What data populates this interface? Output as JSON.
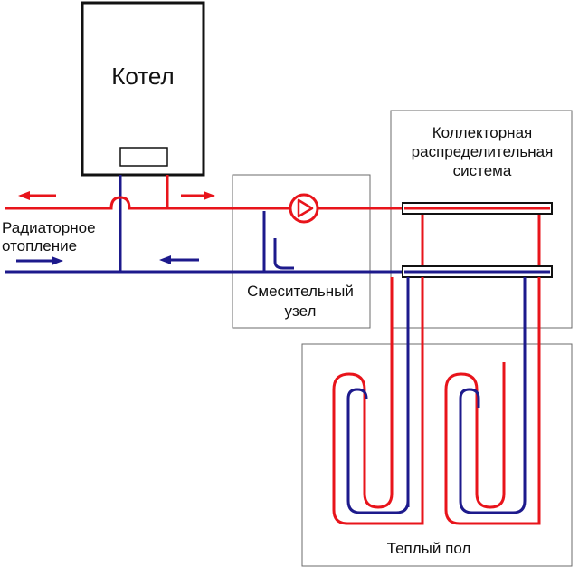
{
  "labels": {
    "boiler": "Котел",
    "radiator_line1": "Радиаторное",
    "radiator_line2": "отопление",
    "collector_line1": "Коллекторная",
    "collector_line2": "распределительная",
    "collector_line3": "система",
    "mixer_line1": "Смесительный",
    "mixer_line2": "узел",
    "floor": "Теплый пол"
  },
  "icons": {
    "pump": "circulation-pump-icon",
    "valve": "mixing-valve-icon",
    "arrow": "flow-arrow-icon"
  },
  "colors": {
    "supply": "#e8141b",
    "return": "#1d1a8c",
    "outline": "#111111",
    "frame": "#6b6b6b"
  }
}
